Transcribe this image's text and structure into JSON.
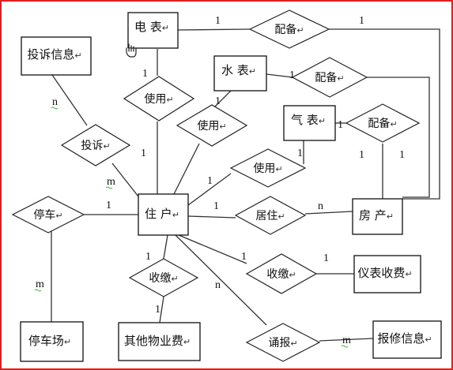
{
  "diagram": {
    "colors": {
      "frame": "#e02020",
      "line": "#333333",
      "underline": "#3bbf3b"
    },
    "entities": {
      "dianbiao": "电 表",
      "shuibiao": "水 表",
      "qibiao": "气 表",
      "tousuxinxi": "投诉信息",
      "zhuhu": "住 户",
      "fangchan": "房 产",
      "tingchechang": "停车场",
      "qitawuyefei": "其他物业费",
      "yibiaoshoufei": "仪表收费",
      "baoxiuxinxi": "报修信息"
    },
    "relationships": {
      "peibei1": "配备",
      "peibei2": "配备",
      "peibei3": "配备",
      "shiyong1": "使用",
      "shiyong2": "使用",
      "shiyong3": "使用",
      "tousu": "投诉",
      "tingche": "停车",
      "juzhu": "居住",
      "shoujiao1": "收缴",
      "shoujiao2": "收缴",
      "tongbao": "诵报"
    },
    "cardinalities": {
      "c_peibei1_dian": "1",
      "c_peibei1_fang": "1",
      "c_dian_shiyong": "1",
      "c_peibei2_shui": "1",
      "c_shui_shiyong": "1",
      "c_peibei3_qi": "1",
      "c_fang_peibei2": "1",
      "c_fang_peibei3": "1",
      "c_qi_shiyong": "1",
      "c_zhu_shiyong1": "1",
      "c_zhu_shiyong3": "1",
      "c_tousuxinxi": "n",
      "c_zhu_tousu": "m",
      "c_zhu_tingche": "1",
      "c_tingchechang": "m",
      "c_zhu_juzhu": "1",
      "c_fang_juzhu": "n",
      "c_zhu_shoujiao1": "1",
      "c_qita": "1",
      "c_zhu_shoujiao2": "1",
      "c_yibiao": "1",
      "c_zhu_tongbao": "n",
      "c_baoxiu": "m"
    },
    "text_mark": "↵"
  }
}
